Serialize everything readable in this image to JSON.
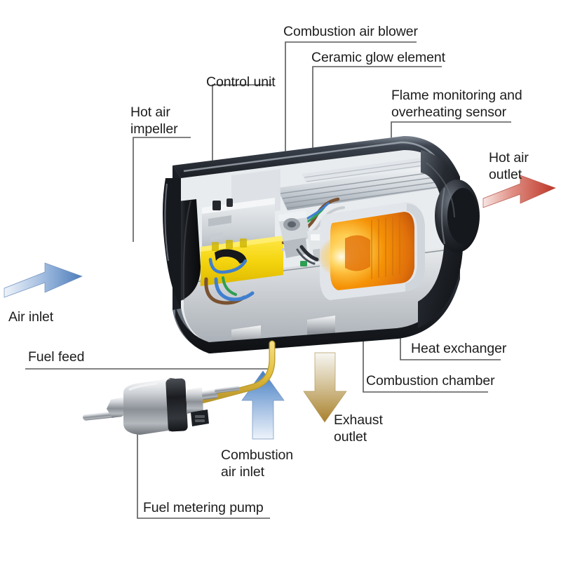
{
  "diagram": {
    "title": "Diesel air heater cutaway",
    "type": "technical-cutaway-illustration",
    "background_color": "#ffffff",
    "label_color": "#1d1d1d",
    "leader_line_color": "#5a5a5a"
  },
  "labels": {
    "combustion_air_blower": "Combustion air blower",
    "ceramic_glow_element": "Ceramic glow element",
    "control_unit": "Control unit",
    "hot_air_impeller_l1": "Hot air",
    "hot_air_impeller_l2": "impeller",
    "flame_sensor_l1": "Flame monitoring and",
    "flame_sensor_l2": "overheating sensor",
    "hot_air_outlet_l1": "Hot air",
    "hot_air_outlet_l2": "outlet",
    "air_inlet": "Air inlet",
    "fuel_feed": "Fuel feed",
    "heat_exchanger": "Heat exchanger",
    "combustion_chamber": "Combustion chamber",
    "exhaust_outlet_l1": "Exhaust",
    "exhaust_outlet_l2": "outlet",
    "combustion_air_inlet_l1": "Combustion",
    "combustion_air_inlet_l2": "air inlet",
    "fuel_metering_pump": "Fuel metering pump"
  },
  "arrows": {
    "air_inlet": {
      "name": "air-inlet-arrow",
      "direction": "right",
      "color_start": "#e9f0f9",
      "color_end": "#4f7fbe"
    },
    "hot_air_outlet": {
      "name": "hot-air-outlet-arrow",
      "direction": "right",
      "color_start": "#f6e3e2",
      "color_end": "#c0392b"
    },
    "combustion_air_inlet": {
      "name": "combustion-air-inlet-arrow",
      "direction": "up",
      "color_start": "#e7eff9",
      "color_end": "#4a82c4"
    },
    "exhaust_outlet": {
      "name": "exhaust-outlet-arrow",
      "direction": "down",
      "color_start": "#f4f2ee",
      "color_end": "#b08a35"
    }
  },
  "components": {
    "housing_color": "#2b2f38",
    "housing_highlight": "#9aa3ae",
    "impeller_color": "#15171b",
    "control_unit_color": "#d7dade",
    "connector_block_color": "#f2d312",
    "flame_color": "#f2910c",
    "flame_core_color": "#ffe08a",
    "heat_exchanger_color": "#c9cfd6",
    "fuel_line_color": "#e8c14a",
    "pump_body_color": "#b9bdc2",
    "wire_colors": [
      "#3f7fd0",
      "#7a5232",
      "#2f9e55",
      "#d9d9d9"
    ]
  }
}
